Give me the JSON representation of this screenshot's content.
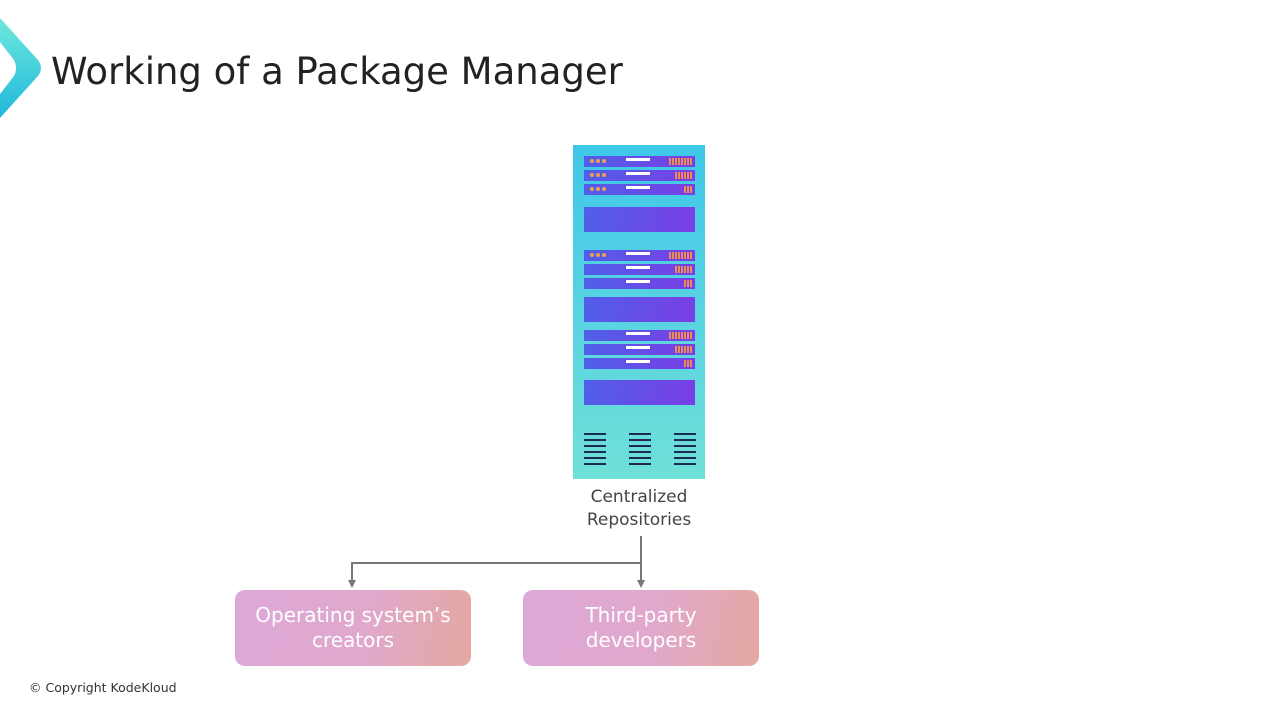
{
  "slide": {
    "title": "Working of a Package Manager",
    "copyright": "© Copyright KodeKloud"
  },
  "diagram": {
    "source": {
      "label_line1": "Centralized",
      "label_line2": "Repositories",
      "icon": "server-rack-icon"
    },
    "targets": [
      {
        "line1": "Operating system’s",
        "line2": "creators"
      },
      {
        "line1": "Third-party",
        "line2": "developers"
      }
    ],
    "colors": {
      "rack": "#4fd0e4",
      "unit": "#6a4ae8",
      "target_box": "#e0a8cc",
      "connector": "#777777",
      "accent": "#2dc6df"
    }
  }
}
